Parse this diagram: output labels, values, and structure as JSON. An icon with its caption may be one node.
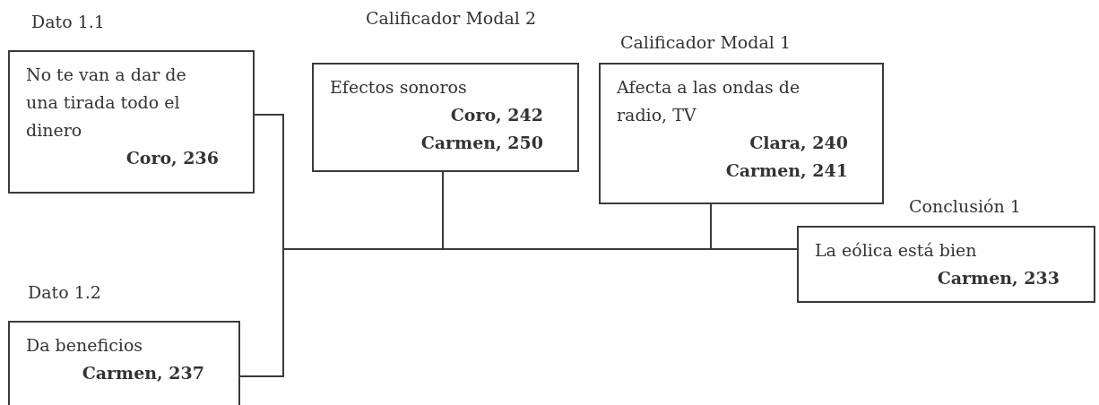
{
  "diagram": {
    "nodes": [
      {
        "text": [
          "Dato 1.1",
          "No te van a dar de una tirada todo el dinero",
          "Coro, 236"
        ]
      },
      {
        "text": [
          "Dato 1.2",
          "Da beneficios",
          "Carmen, 237"
        ]
      },
      {
        "text": [
          "Calificador Modal 2",
          "Efectos sonoros",
          "Coro, 242",
          "Carmen, 250"
        ]
      },
      {
        "text": [
          "Calificador Modal 1",
          "Afecta a las ondas de radio, TV",
          "Clara, 240",
          "Carmen, 241"
        ]
      },
      {
        "text": [
          "Conclusión 1",
          "La eólica está bien",
          "Carmen, 233"
        ]
      }
    ],
    "edges": [
      {
        "from": 0,
        "to": 4,
        "arrow": "none"
      },
      {
        "from": 1,
        "to": 4,
        "arrow": "none"
      },
      {
        "from": 2,
        "to": 4,
        "arrow": "none"
      },
      {
        "from": 3,
        "to": 4,
        "arrow": "none"
      }
    ]
  }
}
